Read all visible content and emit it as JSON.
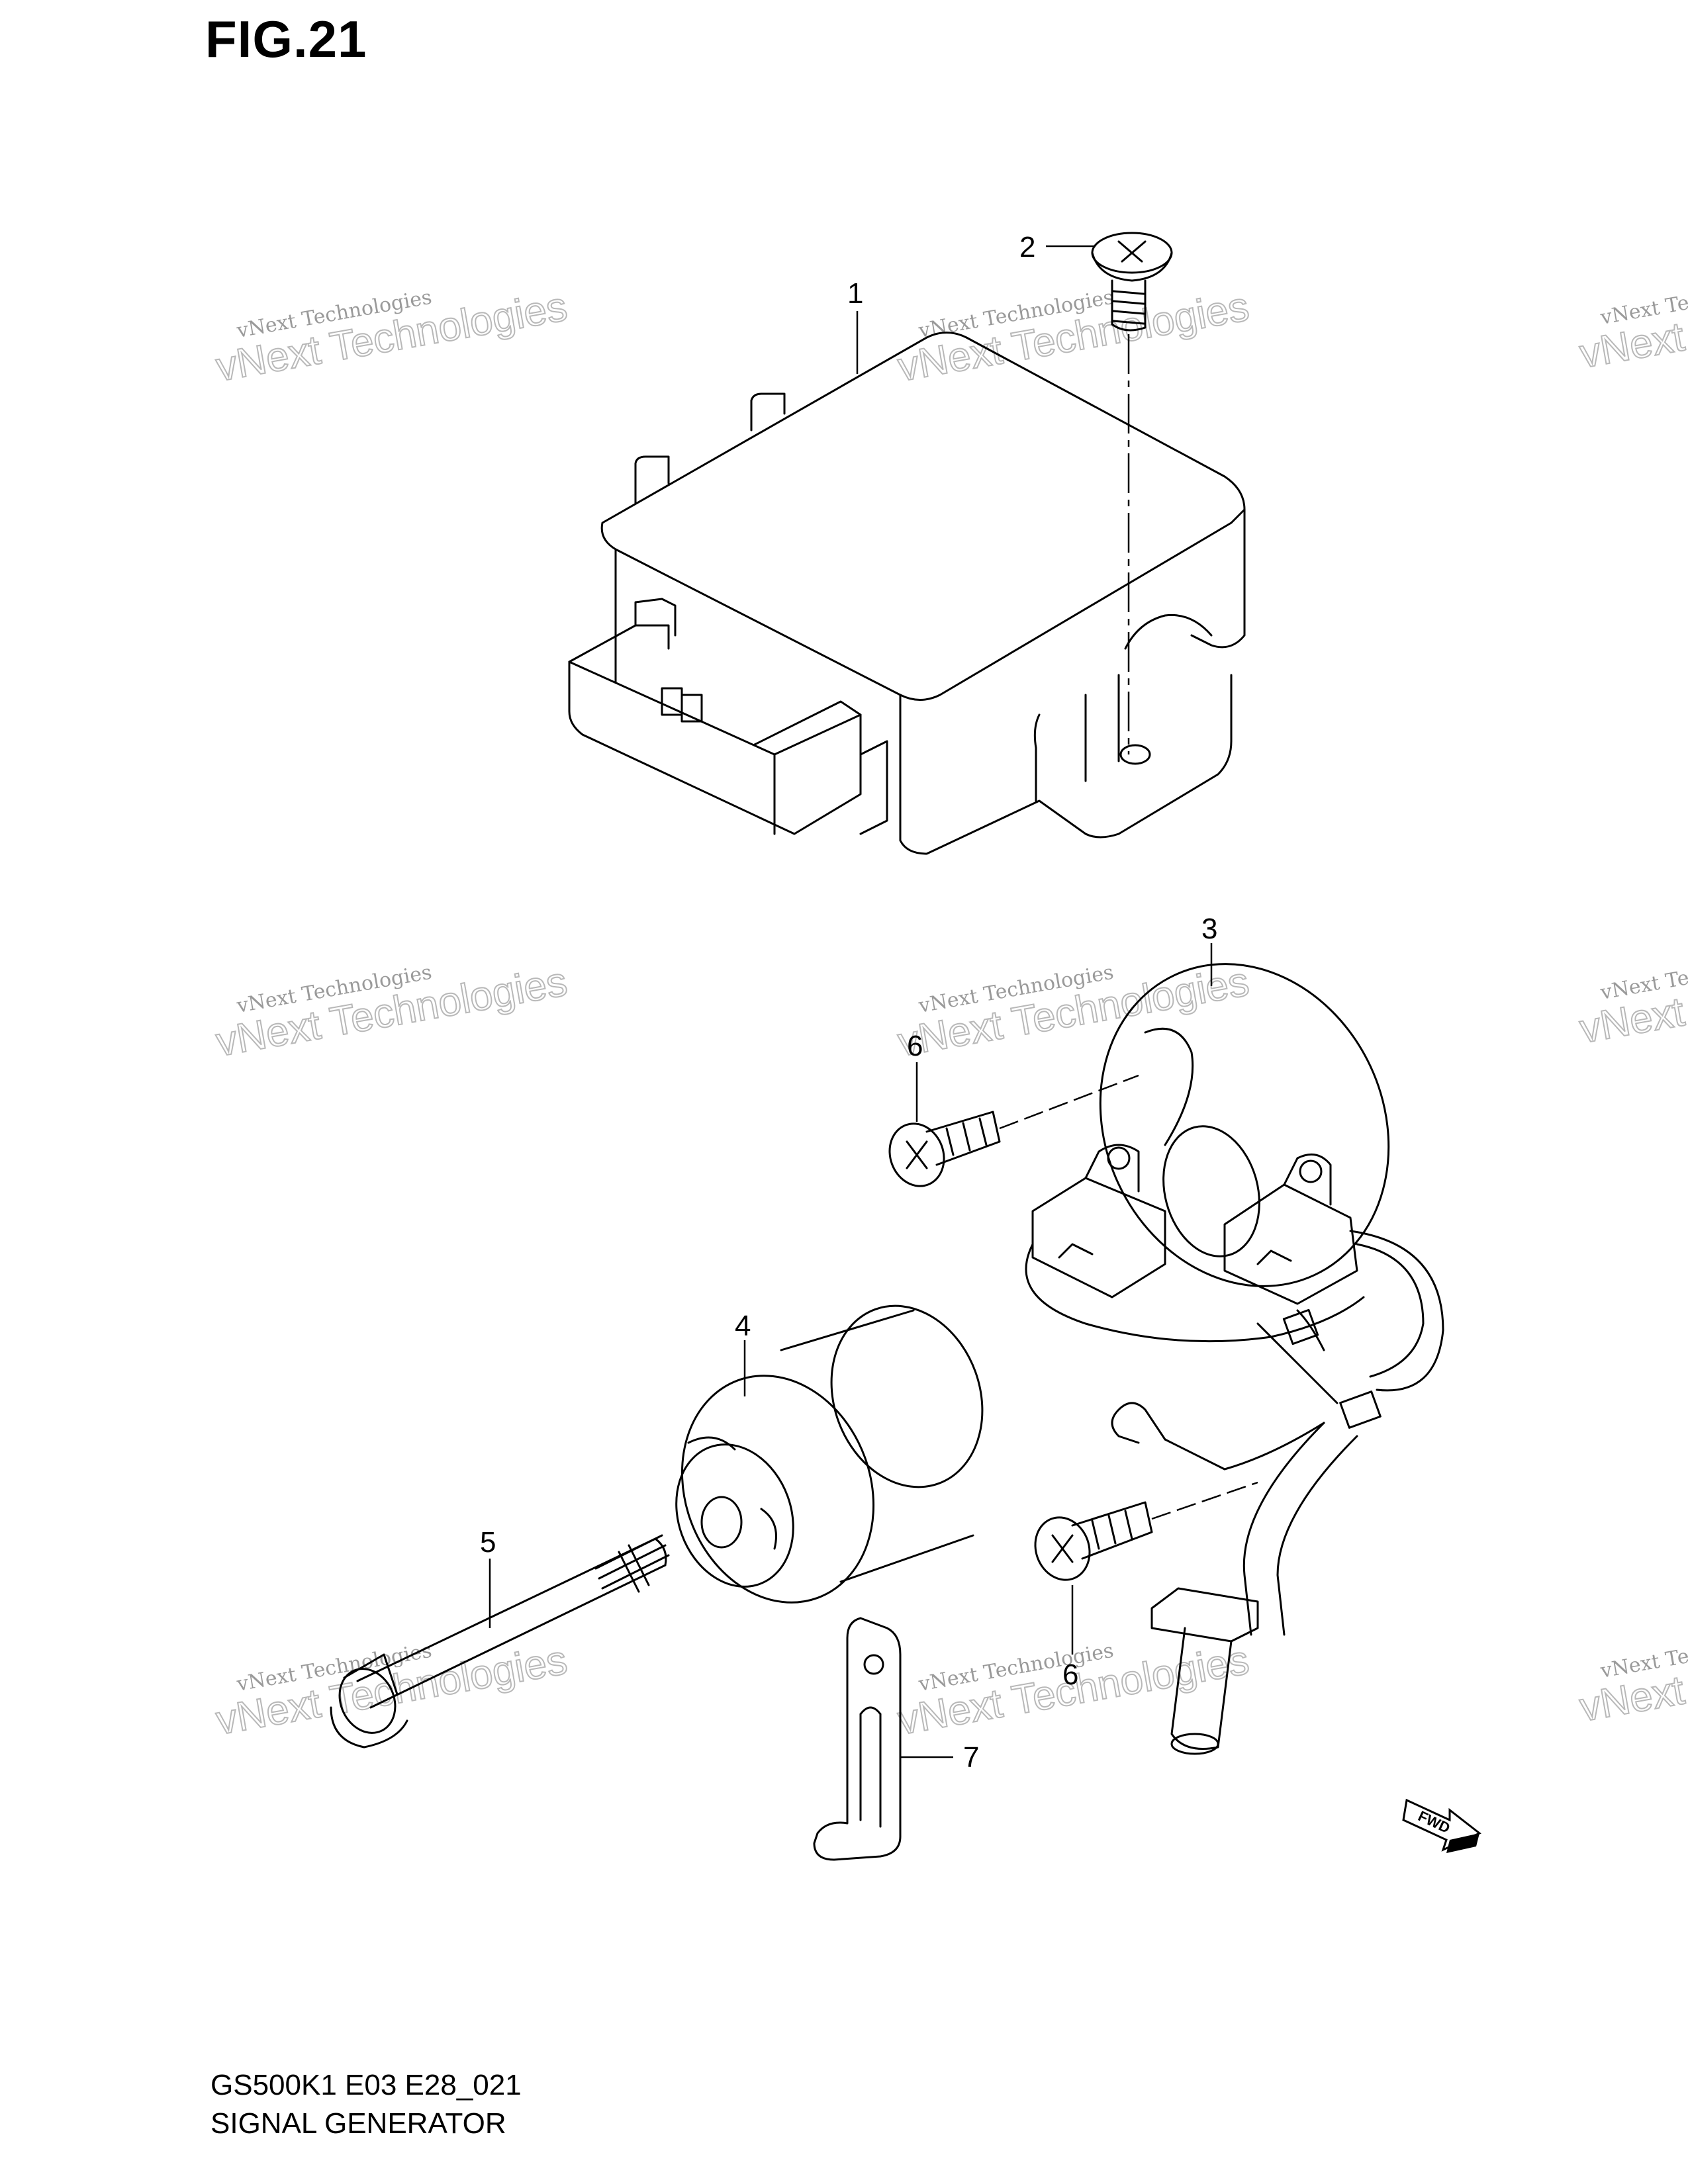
{
  "figure_title": "FIG.21",
  "callouts": [
    {
      "id": "1",
      "label": "1"
    },
    {
      "id": "2",
      "label": "2"
    },
    {
      "id": "3",
      "label": "3"
    },
    {
      "id": "4",
      "label": "4"
    },
    {
      "id": "5",
      "label": "5"
    },
    {
      "id": "6a",
      "label": "6"
    },
    {
      "id": "6b",
      "label": "6"
    },
    {
      "id": "7",
      "label": "7"
    }
  ],
  "fwd_arrow_label": "FWD",
  "watermark": {
    "line1": "vNext Technologies",
    "line2": "vNext Technologies"
  },
  "footer": {
    "model_code": "GS500K1 E03 E28_021",
    "section_name": "SIGNAL GENERATOR"
  }
}
